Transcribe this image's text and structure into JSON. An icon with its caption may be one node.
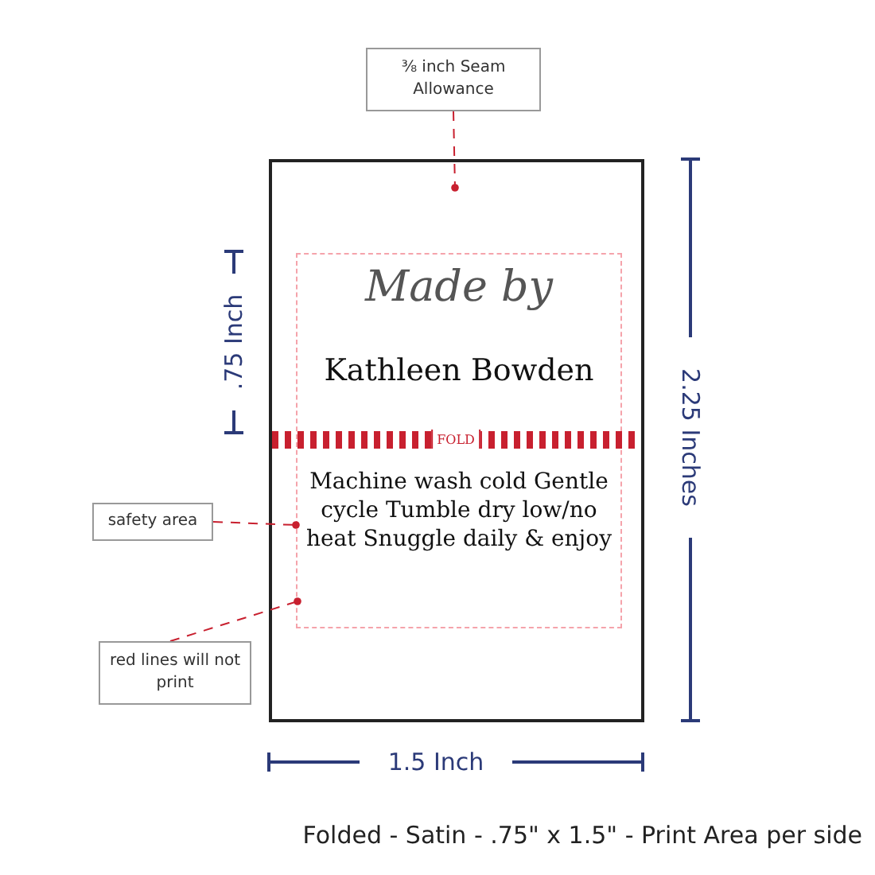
{
  "diagram": {
    "caption": "Folded - Satin - .75\" x 1.5\" - Print Area per side",
    "nodes": [
      {
        "text": [
          "⅜ inch Seam Allowance"
        ]
      },
      {
        "text": [],
        "shape": "box"
      },
      {
        "text": [
          "Made by",
          "Kathleen Bowden",
          "Machine wash cold Gentle cycle Tumble dry low/no heat Snuggle daily & enjoy"
        ],
        "in": 1
      },
      {
        "text": [
          "FOLD"
        ],
        "in": 1
      },
      {
        "text": [
          "safety area"
        ]
      },
      {
        "text": [
          "red lines will not print"
        ]
      }
    ],
    "edges": [
      {
        "from": 0,
        "to": 1,
        "arrow": "other",
        "style": "dashed"
      },
      {
        "from": 4,
        "to": 2,
        "arrow": "other",
        "style": "dashed"
      },
      {
        "from": 5,
        "to": 2,
        "arrow": "other",
        "style": "dashed"
      }
    ],
    "labels": [
      ".75 Inch",
      "2.25 Inches",
      "1.5 Inch"
    ]
  }
}
